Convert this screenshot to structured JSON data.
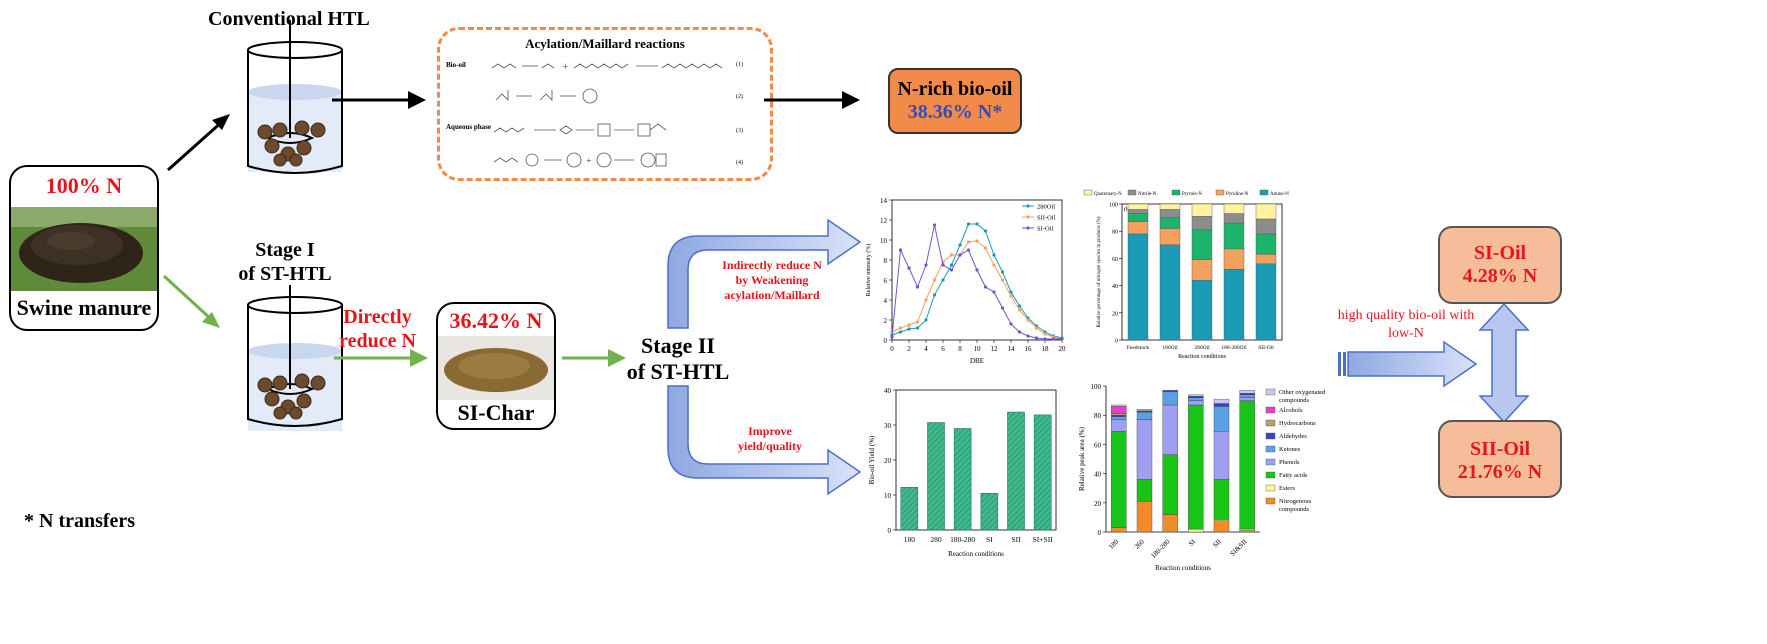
{
  "conventional": {
    "title": "Conventional HTL"
  },
  "feedstock": {
    "n_label": "100% N",
    "name": "Swine manure"
  },
  "stage1": {
    "line1": "Stage I",
    "line2": "of ST-HTL"
  },
  "direct": {
    "line1": "Directly",
    "line2": "reduce N"
  },
  "char": {
    "n_label": "36.42% N",
    "name": "SI-Char"
  },
  "stage2": {
    "line1": "Stage II",
    "line2": "of ST-HTL"
  },
  "reactions": {
    "title": "Acylation/Maillard reactions",
    "bio_oil": "Bio-oil",
    "aqueous": "Aqueous phase",
    "numbers": [
      "(1)",
      "(2)",
      "(3)",
      "(4)"
    ]
  },
  "nrich": {
    "title": "N-rich bio-oil",
    "value": "38.36% N*"
  },
  "footnote": "* N transfers",
  "upper_arrow": {
    "line1": "Indirectly reduce N",
    "line2": "by Weakening",
    "line3": "acylation/Maillard"
  },
  "lower_arrow": {
    "line1": "Improve",
    "line2": "yield/quality"
  },
  "quality": {
    "line1": "high quality bio-oil with",
    "line2": "low-N"
  },
  "si_oil": {
    "name": "SI-Oil",
    "n": "4.28% N"
  },
  "sii_oil": {
    "name": "SII-Oil",
    "n": "21.76% N"
  },
  "colors": {
    "accent_orange": "#f28a4a",
    "oil_box": "#f6bd9a",
    "arrow_blue": "#b7c7ef",
    "red": "#e8141b",
    "green": "#6fb24e"
  },
  "chart_data": [
    {
      "type": "line",
      "xlabel": "DBE",
      "ylabel": "Relative intensity (%)",
      "ylim": [
        0,
        14
      ],
      "xlim": [
        0,
        20
      ],
      "x": [
        0,
        1,
        2,
        3,
        4,
        5,
        6,
        7,
        8,
        9,
        10,
        11,
        12,
        13,
        14,
        15,
        16,
        17,
        18,
        19,
        20
      ],
      "series": [
        {
          "name": "280Oil",
          "color": "#1b9ab5",
          "values": [
            0.5,
            0.8,
            1.1,
            1.2,
            2.0,
            4.5,
            6.0,
            7.5,
            9.5,
            11.6,
            11.6,
            10.9,
            8.5,
            6.8,
            4.8,
            3.4,
            2.2,
            1.4,
            0.8,
            0.4,
            0.2
          ]
        },
        {
          "name": "SII-Oil",
          "color": "#f2a15e",
          "values": [
            0.8,
            1.2,
            1.5,
            1.8,
            4.0,
            6.0,
            7.8,
            8.5,
            8.5,
            9.8,
            9.9,
            9.2,
            7.5,
            6.0,
            4.4,
            3.0,
            2.0,
            1.2,
            0.6,
            0.3,
            0.1
          ]
        },
        {
          "name": "SI-Oil",
          "color": "#6a5acd",
          "values": [
            0.3,
            9.0,
            7.2,
            5.3,
            7.5,
            11.5,
            7.5,
            7.0,
            8.5,
            9.0,
            7.0,
            5.3,
            4.8,
            3.2,
            1.6,
            0.8,
            0.4,
            0.2,
            0.1,
            0.1,
            0.1
          ]
        }
      ],
      "legend": "top-right"
    },
    {
      "type": "bar",
      "stacked": true,
      "xlabel": "Reaction conditions",
      "ylabel": "Relative percentage of nitrogen species in products (%)",
      "ylim": [
        0,
        100
      ],
      "panel_label": "(b)",
      "categories": [
        "Feedstock",
        "180Oil",
        "280Oil",
        "180-280Oil",
        "SII-Oil"
      ],
      "series": [
        {
          "name": "Amine-N",
          "color": "#1b9ab5",
          "values": [
            78,
            70,
            44,
            52,
            56
          ]
        },
        {
          "name": "Pyridine-N",
          "color": "#f2a15e",
          "values": [
            9,
            12,
            15,
            15,
            7
          ]
        },
        {
          "name": "Pyrrole-N",
          "color": "#1db36b",
          "values": [
            6,
            8,
            22,
            19,
            15
          ]
        },
        {
          "name": "Nitrile-N",
          "color": "#8c8c8c",
          "values": [
            3,
            6,
            10,
            7,
            11
          ]
        },
        {
          "name": "Quaternary-N",
          "color": "#fff2a0",
          "values": [
            4,
            4,
            9,
            7,
            11
          ]
        }
      ],
      "legend_order": [
        "Quaternary-N",
        "Nitrile-N",
        "Pyrrole-N",
        "Pyridine-N",
        "Amine-N"
      ],
      "legend": "top"
    },
    {
      "type": "bar",
      "xlabel": "Reaction conditions",
      "ylabel": "Bio-oil Yield (%)",
      "ylim": [
        0,
        40
      ],
      "categories": [
        "180",
        "280",
        "180-280",
        "SI",
        "SII",
        "SI+SII"
      ],
      "values": [
        12.2,
        30.7,
        29.0,
        10.5,
        33.7,
        32.9
      ],
      "color": "#3fb88c"
    },
    {
      "type": "bar",
      "stacked": true,
      "xlabel": "Reaction conditions",
      "ylabel": "Relative peak area (%)",
      "ylim": [
        0,
        100
      ],
      "categories": [
        "180",
        "260",
        "180-280",
        "SI",
        "SII",
        "SI&SII"
      ],
      "series": [
        {
          "name": "Nitrogenous compounds",
          "color": "#f28c28",
          "values": [
            3,
            21,
            12,
            0,
            7,
            1
          ]
        },
        {
          "name": "Esters",
          "color": "#fff59d",
          "values": [
            0,
            0,
            0,
            2,
            1,
            1
          ]
        },
        {
          "name": "Fatty acids",
          "color": "#18c418",
          "values": [
            66,
            15,
            41,
            85,
            28,
            88
          ]
        },
        {
          "name": "Phenols",
          "color": "#9f9ff2",
          "values": [
            8,
            41,
            34,
            3,
            33,
            2
          ]
        },
        {
          "name": "Ketones",
          "color": "#5aa0e6",
          "values": [
            2,
            5,
            9,
            2,
            17,
            2
          ]
        },
        {
          "name": "Aldehydes",
          "color": "#3f3fcf",
          "values": [
            1,
            1,
            1,
            1,
            2,
            1
          ]
        },
        {
          "name": "Hydrocarbons",
          "color": "#b5a06a",
          "values": [
            1,
            0,
            0,
            0,
            0,
            0
          ]
        },
        {
          "name": "Alcohols",
          "color": "#e83fd0",
          "values": [
            5,
            0,
            0,
            0,
            0,
            0
          ]
        },
        {
          "name": "Other oxygenated compounds",
          "color": "#c9c9ee",
          "values": [
            1,
            1,
            0,
            1,
            3,
            2
          ]
        }
      ],
      "legend_order": [
        "Other oxygenated compounds",
        "Alcohols",
        "Hydrocarbons",
        "Aldehydes",
        "Ketones",
        "Phenols",
        "Fatty acids",
        "Esters",
        "Nitrogenous compounds"
      ],
      "legend": "right"
    }
  ]
}
